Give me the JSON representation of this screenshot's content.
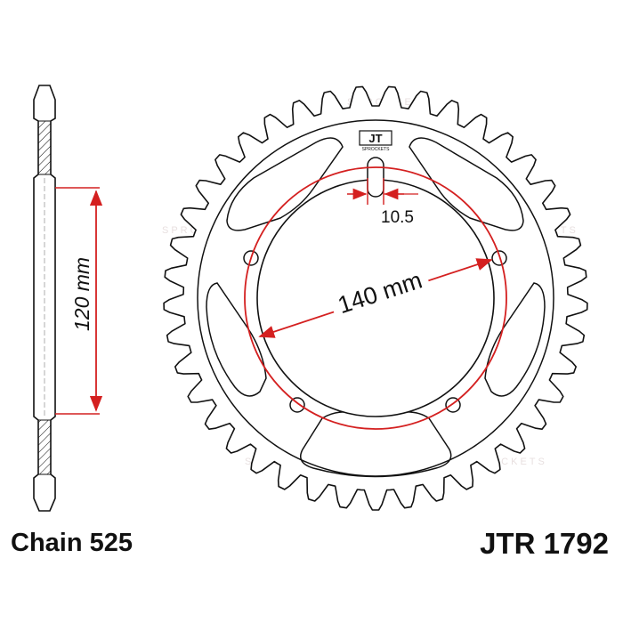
{
  "diagram": {
    "hub_diameter_label": "140 mm",
    "hole_diameter_label": "10.5",
    "width_label": "120 mm",
    "chain_label": "Chain 525",
    "part_number": "JTR 1792",
    "logo_text": "JT",
    "logo_subtext": "SPROCKETS",
    "watermark_text": "SPROCKETS",
    "tooth_count": 41,
    "colors": {
      "outline": "#111111",
      "dimension": "#d42020",
      "watermark": "#e8e0e0"
    }
  }
}
